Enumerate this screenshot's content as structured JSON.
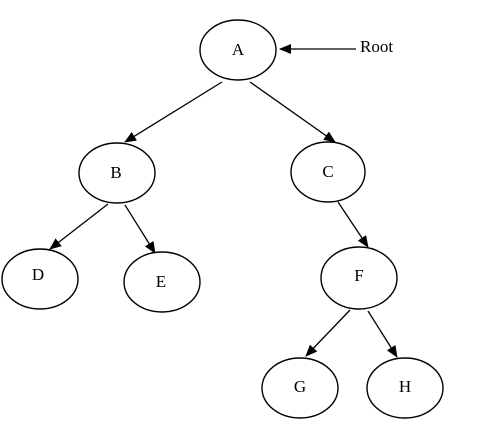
{
  "diagram": {
    "root_pointer_label": "Root",
    "nodes": [
      {
        "id": "A",
        "label": "A"
      },
      {
        "id": "B",
        "label": "B"
      },
      {
        "id": "C",
        "label": "C"
      },
      {
        "id": "D",
        "label": "D"
      },
      {
        "id": "E",
        "label": "E"
      },
      {
        "id": "F",
        "label": "F"
      },
      {
        "id": "G",
        "label": "G"
      },
      {
        "id": "H",
        "label": "H"
      }
    ],
    "edges": [
      {
        "from": "A",
        "to": "B"
      },
      {
        "from": "A",
        "to": "C"
      },
      {
        "from": "B",
        "to": "D"
      },
      {
        "from": "B",
        "to": "E"
      },
      {
        "from": "C",
        "to": "F"
      },
      {
        "from": "F",
        "to": "G"
      },
      {
        "from": "F",
        "to": "H"
      }
    ]
  }
}
